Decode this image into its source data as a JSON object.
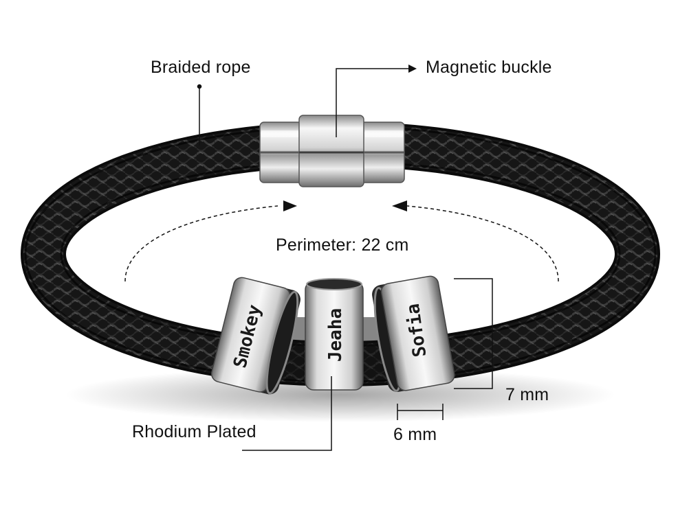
{
  "labels": {
    "braided_rope": "Braided rope",
    "magnetic_buckle": "Magnetic buckle",
    "perimeter": "Perimeter: 22 cm",
    "rhodium_plated": "Rhodium Plated",
    "height": "7 mm",
    "width": "6 mm"
  },
  "beads": {
    "left": "Smokey",
    "middle": "Jeaha",
    "right": "Sofia"
  },
  "colors": {
    "leather": "#151515",
    "steel_light": "#f2f2f2",
    "steel_dark": "#6e6e6e",
    "line": "#111111"
  }
}
